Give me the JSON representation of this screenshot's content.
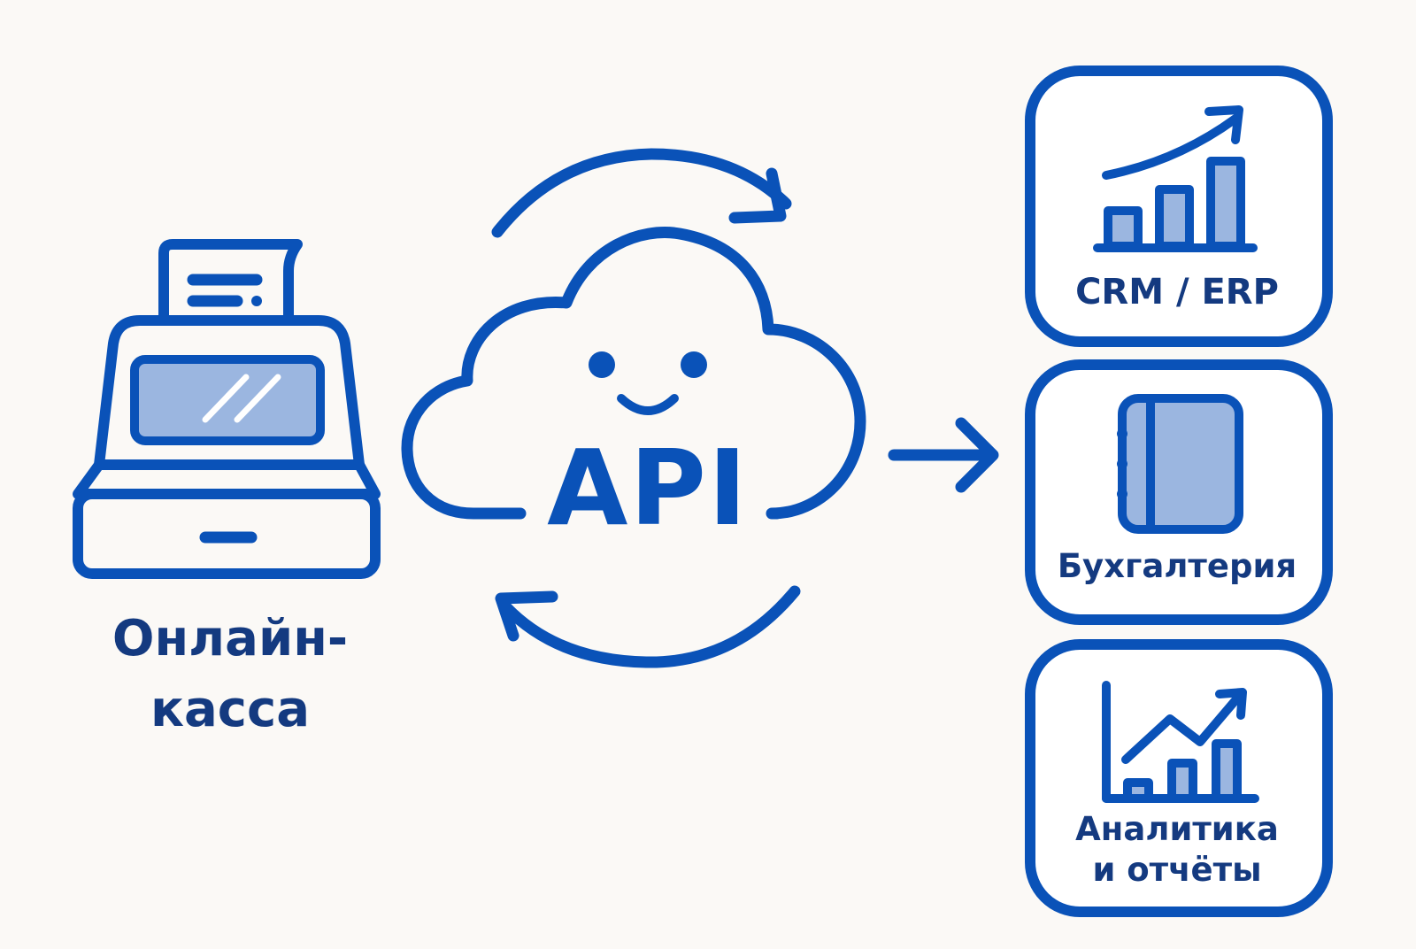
{
  "colors": {
    "background": "#fbf9f6",
    "stroke": "#0a52b8",
    "fill_light": "#9bb6e0",
    "text": "#143a80"
  },
  "register": {
    "icon": "cash-register-icon",
    "label_line1": "Онлайн-",
    "label_line2": "касса"
  },
  "hub": {
    "icon": "smiling-cloud-icon",
    "label": "API",
    "sync_icon": "circular-sync-arrows-icon",
    "connector_icon": "right-arrow-icon"
  },
  "targets": [
    {
      "label": "CRM / ERP",
      "icon": "growth-bar-chart-icon"
    },
    {
      "label": "Бухгалтерия",
      "icon": "notebook-icon"
    },
    {
      "label_line1": "Аналитика",
      "label_line2": "и отчёты",
      "icon": "analytics-chart-icon"
    }
  ]
}
